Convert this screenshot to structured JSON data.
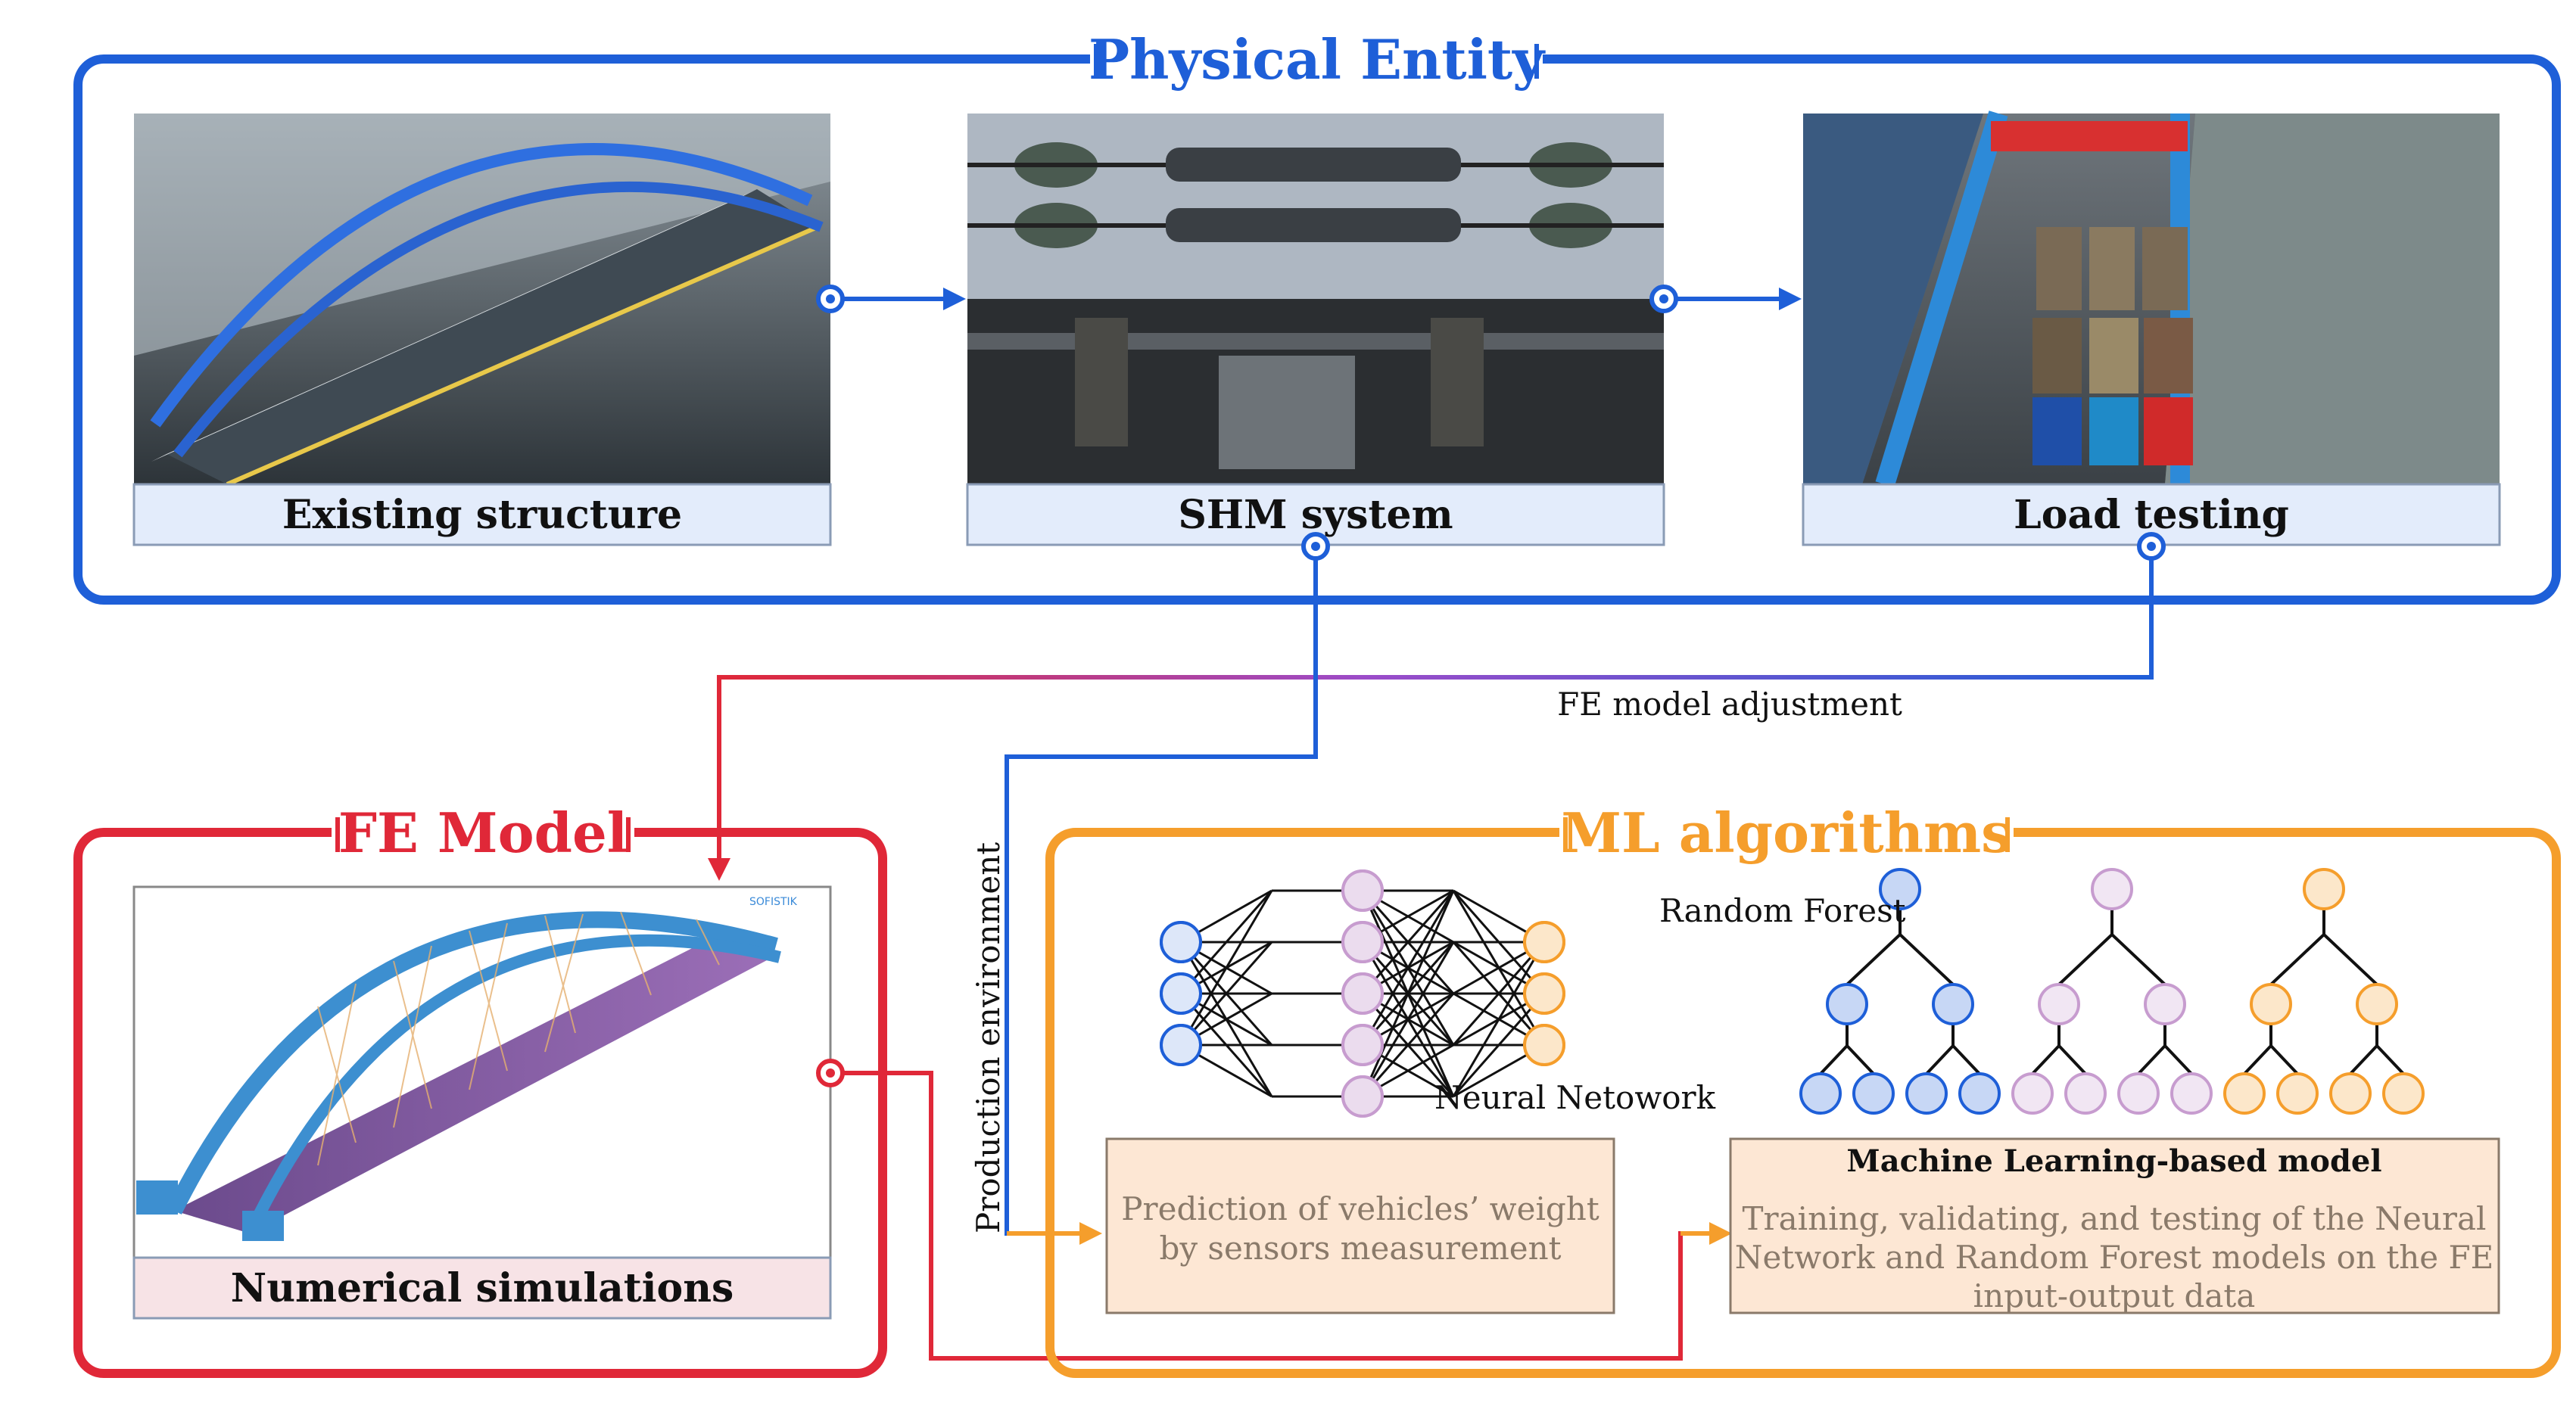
{
  "colors": {
    "physical": "#1e5fd8",
    "fe": "#e02838",
    "ml": "#f59e2c",
    "purple": "#c79ccf",
    "caption_bg": "#e3ecfb",
    "fe_caption_bg": "#f7e3e6",
    "ml_box_bg": "#fde7d4",
    "ml_box_border": "#8a7a6a"
  },
  "physical_entity": {
    "title": "Physical Entity",
    "panels": [
      {
        "caption": "Existing structure"
      },
      {
        "caption": "SHM system"
      },
      {
        "caption": "Load testing"
      }
    ]
  },
  "connectors": {
    "fe_adjustment_label": "FE model adjustment",
    "production_label": "Production environment"
  },
  "fe_model": {
    "title": "FE Model",
    "caption": "Numerical simulations",
    "logo_text": "SOFISTIK"
  },
  "ml": {
    "title": "ML algorithms",
    "neural_network_label": "Neural Netowork",
    "random_forest_label": "Random Forest",
    "prediction_box": {
      "line1": "Prediction of vehicles’ weight",
      "line2": "by sensors measurement"
    },
    "model_box": {
      "title": "Machine Learning-based model",
      "line1": "Training, validating, and testing of the Neural",
      "line2": "Network and Random Forest models on the FE",
      "line3": "input-output data"
    }
  }
}
